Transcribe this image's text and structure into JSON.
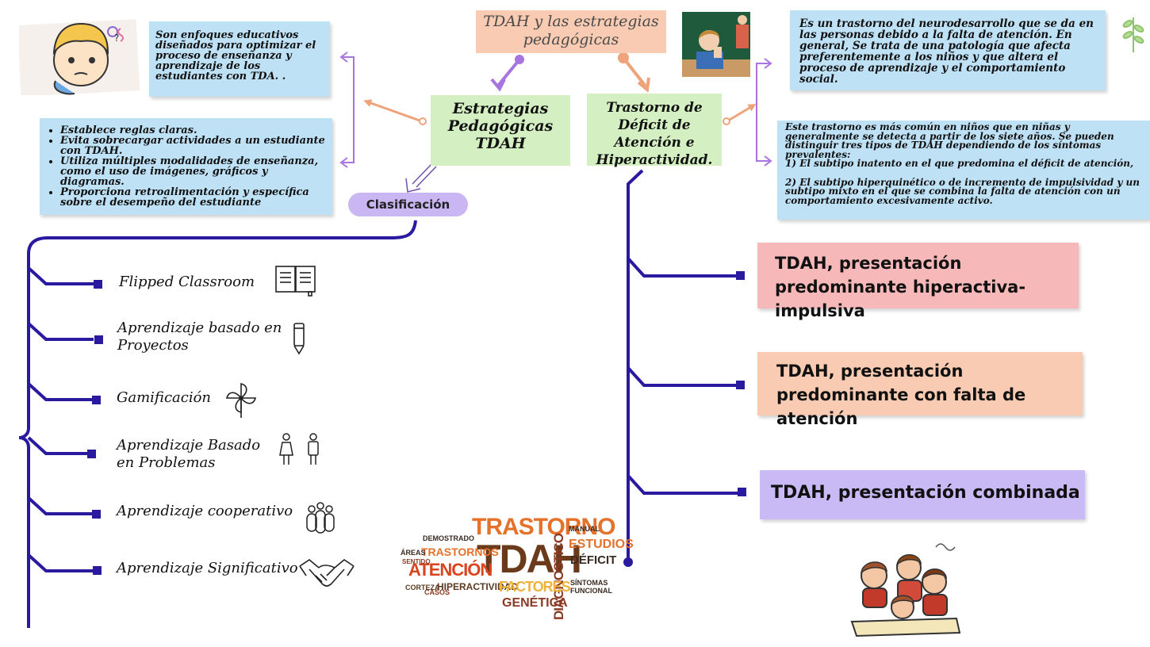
{
  "title": "TDAH  y las estrategias pedagógicas",
  "left_node": {
    "label": "Estrategias Pedagógicas TDAH"
  },
  "right_node": {
    "label": "Trastorno de Déficit de Atención e Hiperactividad."
  },
  "left_notes": {
    "definition": "Son enfoques educativos diseñados para optimizar el proceso de enseñanza y aprendizaje de los estudiantes con TDA. .",
    "tips": [
      "Establece reglas claras.",
      "Evita sobrecargar actividades a un estudiante con TDAH.",
      "Utiliza múltiples modalidades de enseñanza, como el uso de imágenes, gráficos y diagramas.",
      "Proporciona retroalimentación y específica sobre el desempeño del estudiante"
    ]
  },
  "right_notes": {
    "definition": "Es un trastorno del neurodesarrollo que se da en las personas debido a la falta de atención. En general, Se trata de una patología que afecta preferentemente a los niños y que altera el proceso de aprendizaje y el comportamiento social.",
    "detail_intro": "Este trastorno es más común en niños que en niñas y generalmente se detecta a partir de los siete años. Se pueden distinguir tres tipos de TDAH dependiendo de los síntomas prevalentes:",
    "detail_1": "1) El subtipo inatento en el que predomina el déficit de atención,",
    "detail_2": "2) El subtipo hiperquinético o de incremento de impulsividad y un subtipo mixto en el que se combina la falta de atención con un comportamiento excesivamente activo."
  },
  "classification": {
    "label": "Clasificación"
  },
  "strategies": [
    {
      "label": "Flipped Classroom",
      "icon": "book-icon"
    },
    {
      "label": "Aprendizaje basado en Proyectos",
      "icon": "pencil-icon"
    },
    {
      "label": "Gamificación",
      "icon": "pinwheel-icon"
    },
    {
      "label": "Aprendizaje Basado en Problemas",
      "icon": "people-icon"
    },
    {
      "label": "Aprendizaje cooperativo",
      "icon": "group-icon"
    },
    {
      "label": "Aprendizaje Significativo",
      "icon": "handshake-icon"
    }
  ],
  "types": [
    {
      "label": "TDAH, presentación predominante hiperactiva-impulsiva",
      "color": "#f6b8b8"
    },
    {
      "label": "TDAH, presentación predominante con falta de atención",
      "color": "#f8cbb2"
    },
    {
      "label": "TDAH, presentación combinada",
      "color": "#c9b9f4"
    }
  ],
  "colors": {
    "line": "#2a1aa0",
    "arrow_purple": "#a774e0",
    "arrow_orange": "#eea37b"
  },
  "wordcloud": {
    "words": [
      "TRASTORNO",
      "TDAH",
      "ATENCIÓN",
      "DIAGNOSTICO",
      "ESTUDIOS",
      "DÉFICIT",
      "TRASTORNOS",
      "HIPERACTIVIDAD",
      "FACTORES",
      "GENÉTICA",
      "DEMOSTRADO",
      "CASOS",
      "CORTEZA",
      "SÍNTOMAS",
      "FUNCIONAL",
      "MANUAL",
      "ÁREAS",
      "SENTIDO"
    ]
  }
}
